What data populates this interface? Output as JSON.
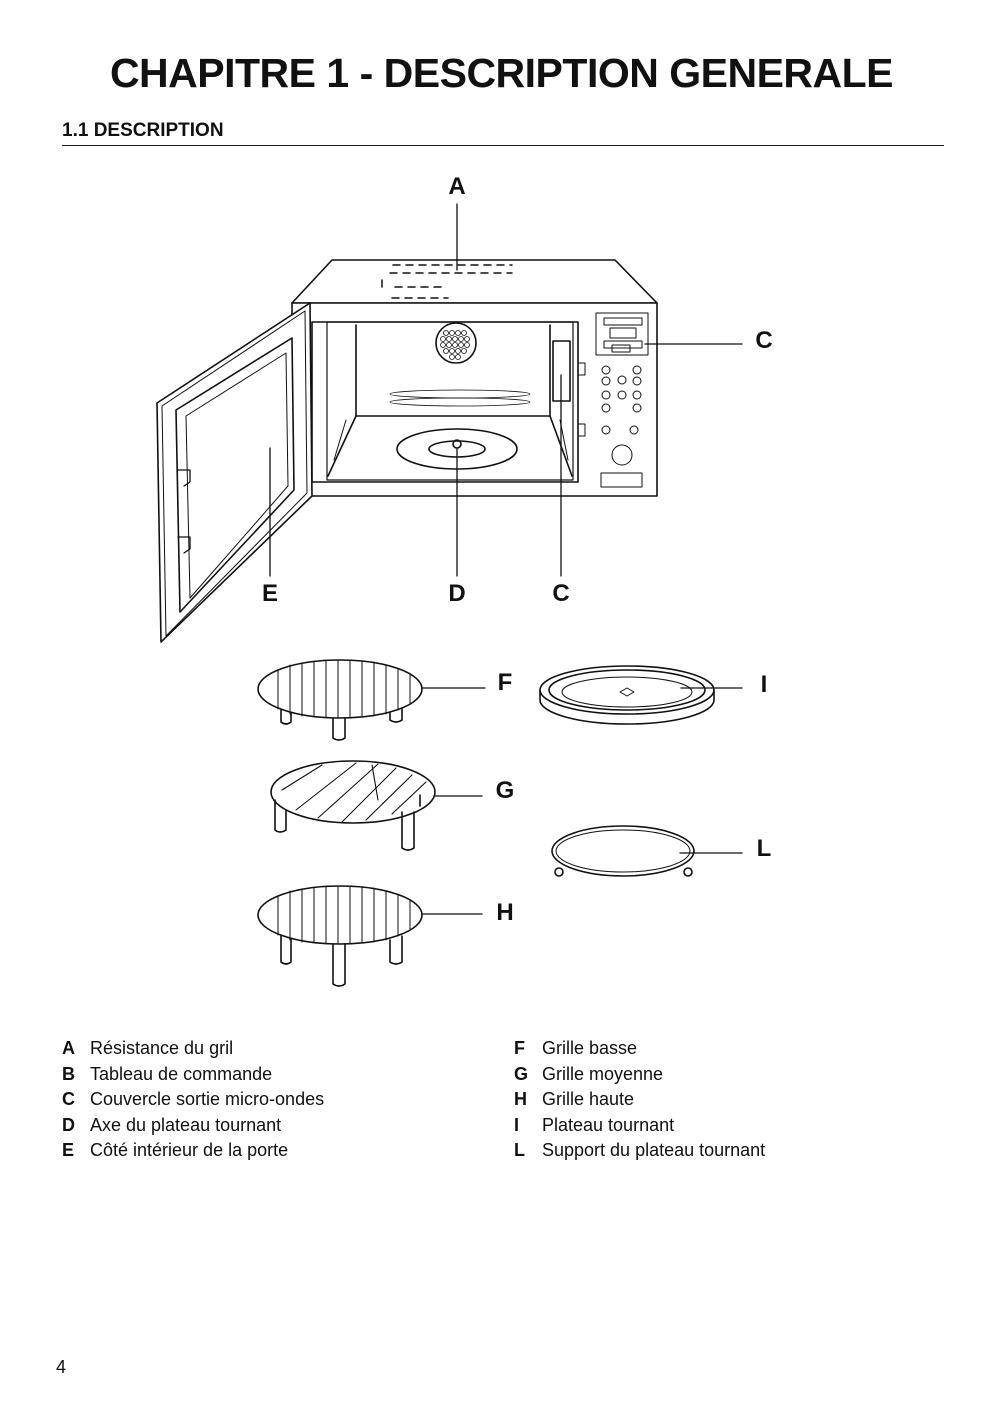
{
  "page": {
    "title": "CHAPITRE 1 - DESCRIPTION GENERALE",
    "section": "1.1 DESCRIPTION",
    "page_number": "4"
  },
  "diagram": {
    "labels": {
      "A": "A",
      "C_top": "C",
      "E": "E",
      "D": "D",
      "C_bottom": "C",
      "F": "F",
      "I": "I",
      "G": "G",
      "L": "L",
      "H": "H"
    }
  },
  "legend": {
    "left": [
      {
        "key": "A",
        "text": "Résistance du gril"
      },
      {
        "key": "B",
        "text": "Tableau de commande"
      },
      {
        "key": "C",
        "text": "Couvercle sortie micro-ondes"
      },
      {
        "key": "D",
        "text": "Axe du plateau tournant"
      },
      {
        "key": "E",
        "text": "Côté intérieur de la porte"
      }
    ],
    "right": [
      {
        "key": "F",
        "text": "Grille basse"
      },
      {
        "key": "G",
        "text": "Grille moyenne"
      },
      {
        "key": "H",
        "text": "Grille haute"
      },
      {
        "key": "I",
        "text": "Plateau tournant"
      },
      {
        "key": "L",
        "text": "Support du plateau tournant"
      }
    ]
  }
}
